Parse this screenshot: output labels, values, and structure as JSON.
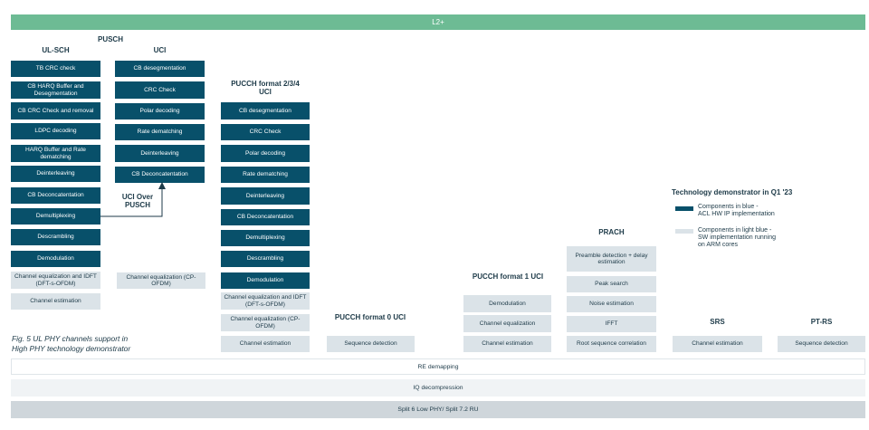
{
  "top_bar": "L2+",
  "headers": {
    "pusch": "PUSCH",
    "ul_sch": "UL-SCH",
    "uci": "UCI",
    "pucch234": "PUCCH format 2/3/4 UCI",
    "pucch1": "PUCCH format 1 UCI",
    "pucch0": "PUCCH format 0 UCI",
    "prach": "PRACH",
    "srs": "SRS",
    "ptrs": "PT-RS",
    "uci_over_pusch": "UCI Over PUSCH"
  },
  "ul_sch": [
    "TB CRC check",
    "CB HARQ Buffer and Desegmentation",
    "CB CRC Check and removal",
    "LDPC decoding",
    "HARQ Buffer and Rate dematching",
    "Deinterleaving",
    "CB Deconcatentation",
    "Demultiplexing",
    "Descrambling",
    "Demodulation",
    "Channel equalization and IDFT (DFT-s-OFDM)",
    "Channel estimation"
  ],
  "uci": [
    "CB desegmentation",
    "CRC Check",
    "Polar decoding",
    "Rate dematching",
    "Deinterleaving",
    "CB Deconcatentation",
    "Channel equalization (CP-OFDM)"
  ],
  "pucch234": [
    "CB desegmentation",
    "CRC Check",
    "Polar decoding",
    "Rate dematching",
    "Deinterleaving",
    "CB Deconcatentation",
    "Demultiplexing",
    "Descrambling",
    "Demodulation",
    "Channel equalization and IDFT (DFT-s-OFDM)",
    "Channel equalization (CP-OFDM)",
    "Channel estimation"
  ],
  "pucch0": [
    "Sequence detection"
  ],
  "pucch1": [
    "Demodulation",
    "Channel equalization",
    "Channel estimation"
  ],
  "prach": [
    "Preamble detection + delay estimation",
    "Peak search",
    "Noise estimation",
    "IFFT",
    "Root sequence correlation"
  ],
  "srs": [
    "Channel estimation"
  ],
  "ptrs": [
    "Sequence detection"
  ],
  "bottom": [
    "RE demapping",
    "IQ decompression",
    "Split 6 Low PHY/ Split 7.2 RU"
  ],
  "caption": [
    "Fig. 5 UL PHY channels support in",
    "High PHY technology demonstrator"
  ],
  "legend": {
    "title": "Technology demonstrator in Q1 '23",
    "blue": [
      "Components in blue -",
      "ACL HW IP implementation"
    ],
    "light": [
      "Components in light blue -",
      "SW implementation running",
      "on ARM cores"
    ]
  },
  "colors": {
    "dark": "#08506a",
    "light": "#dbe3e8",
    "top": "#6dbb94",
    "text": "#1d3a48"
  }
}
